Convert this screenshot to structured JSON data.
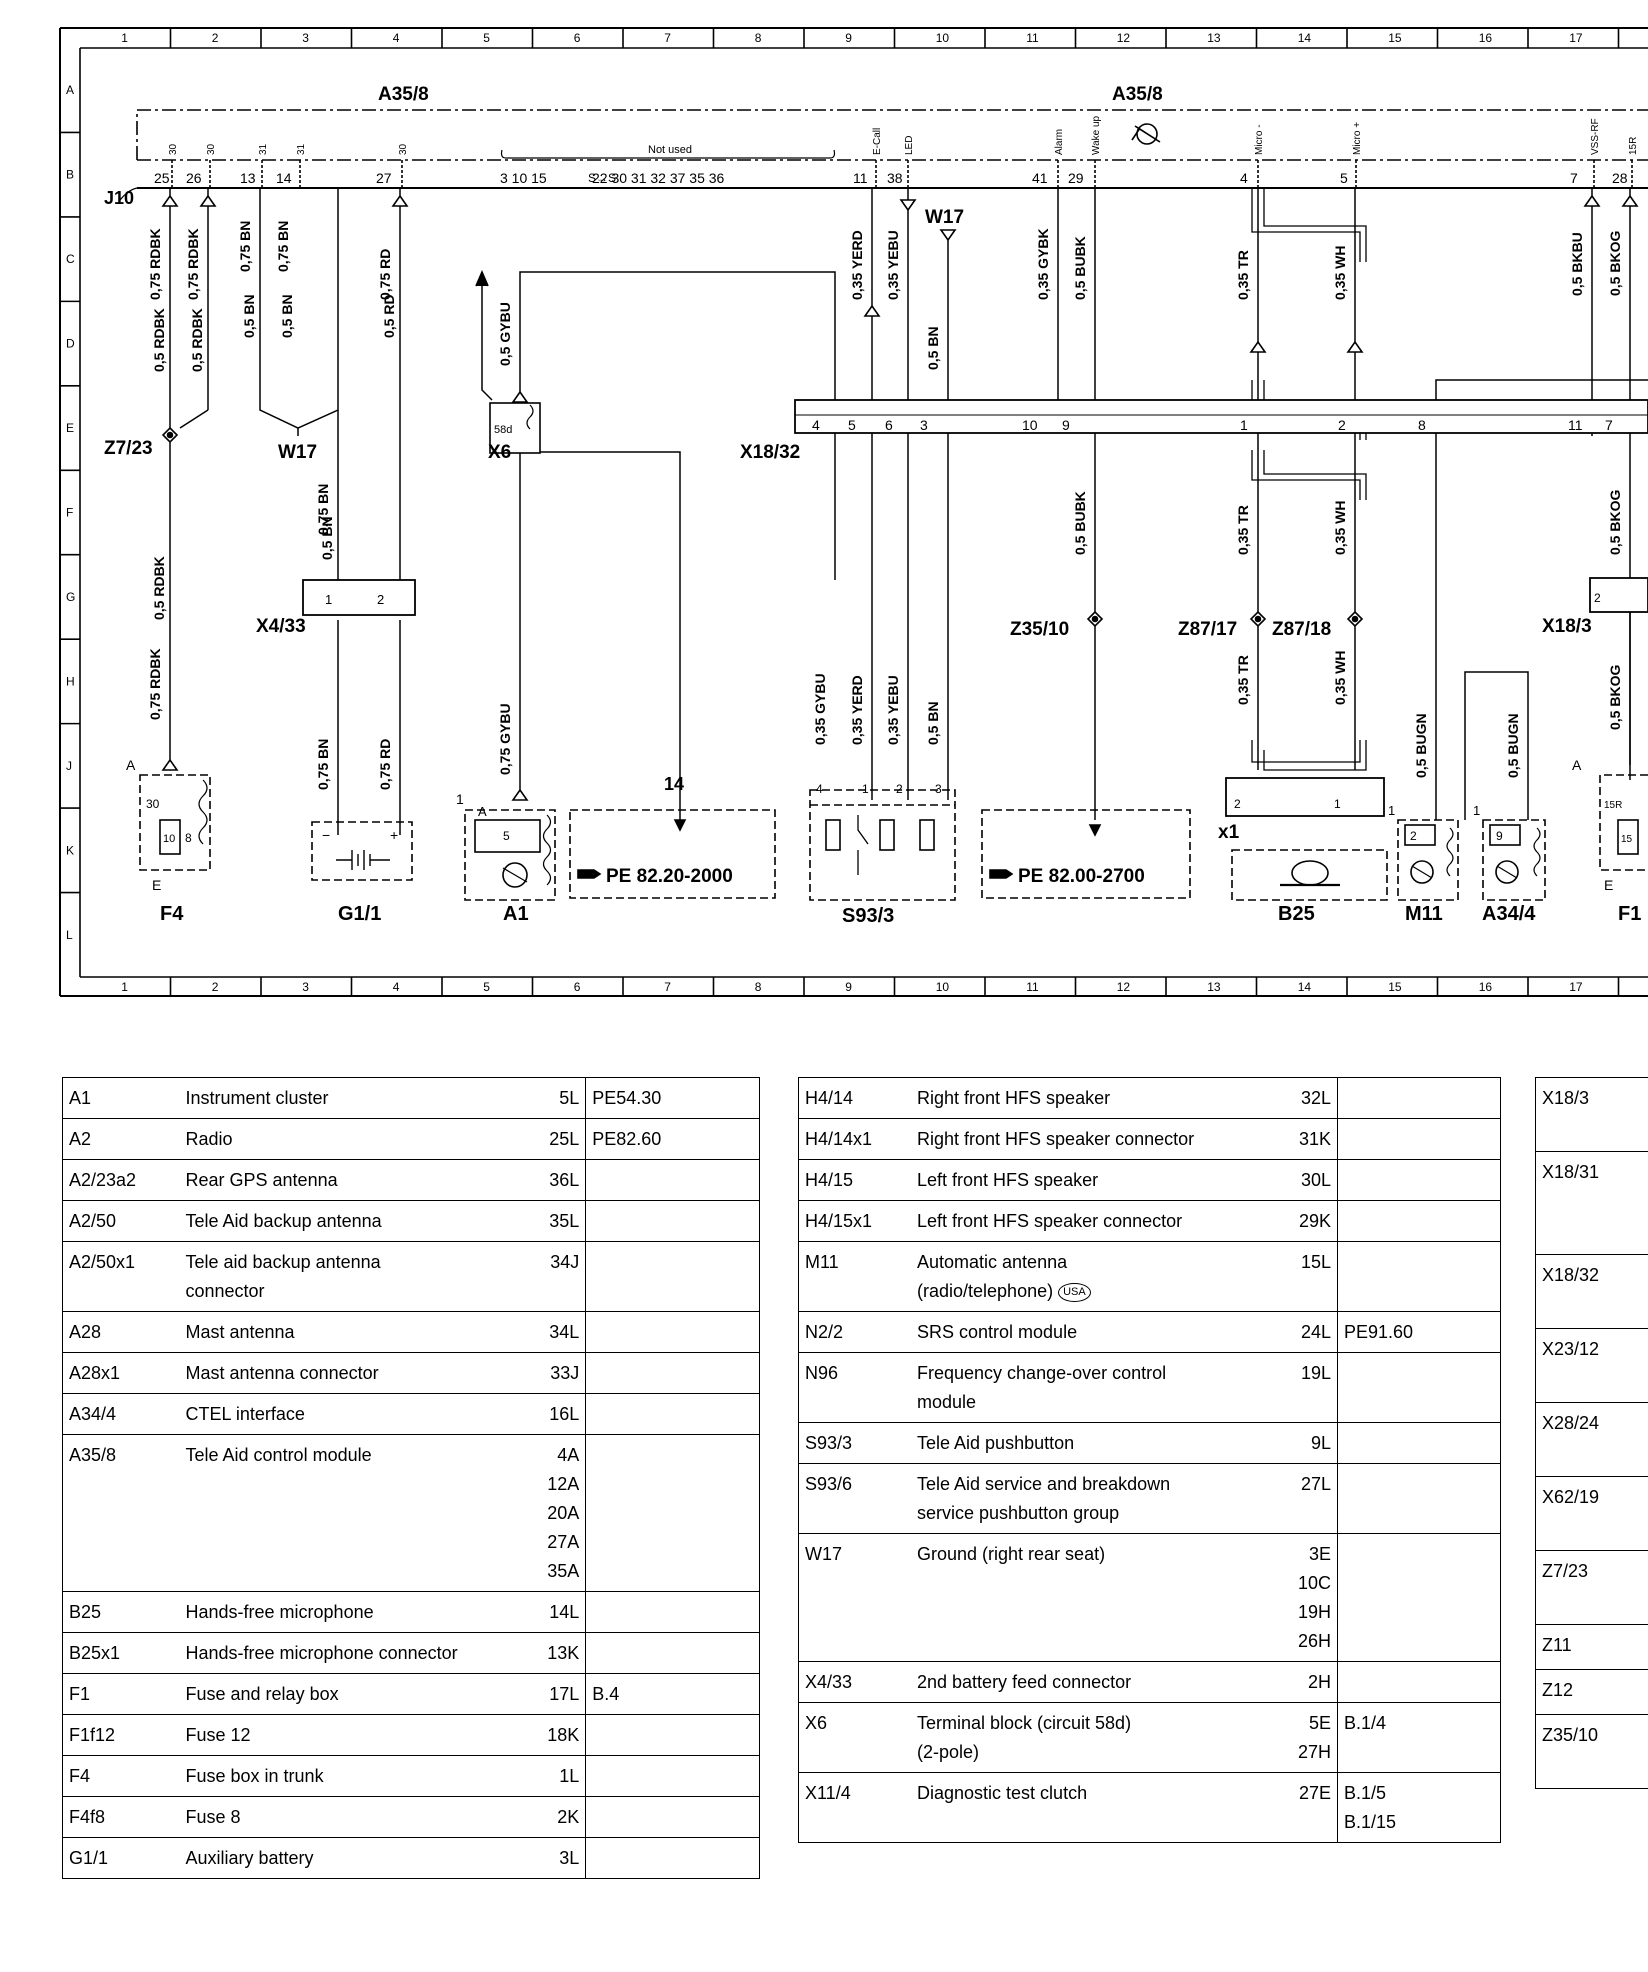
{
  "grid": {
    "columns": [
      "1",
      "2",
      "3",
      "4",
      "5",
      "6",
      "7",
      "8",
      "9",
      "10",
      "11",
      "12",
      "13",
      "14",
      "15",
      "16",
      "17"
    ],
    "rows": [
      "A",
      "B",
      "C",
      "D",
      "E",
      "F",
      "G",
      "H",
      "J",
      "K",
      "L"
    ]
  },
  "module": {
    "label_left": "A35/8",
    "label_right": "A35/8",
    "connector": "J10",
    "pin_numbers": [
      "25",
      "26",
      "13",
      "14",
      "27",
      "3 10 15",
      "22 30 31 32 37 35 36",
      "11",
      "38",
      "41",
      "29",
      "4",
      "5",
      "7",
      "28"
    ],
    "pin_names": [
      "30",
      "30",
      "31",
      "31",
      "30",
      "E-Call",
      "LED",
      "Alarm",
      "Wake up",
      "Micro -",
      "Micro +",
      "VSS-RF",
      "15R"
    ],
    "not_used": "Not used"
  },
  "wires": {
    "c25": "0,75 RDBK",
    "c25b": "0,5 RDBK",
    "c26": "0,75 RDBK",
    "c26b": "0,5 RDBK",
    "c13": "0,75 BN",
    "c13b": "0,5 BN",
    "c14": "0,75 BN",
    "c14b": "0,5 BN",
    "c27": "0,75 RD",
    "c27b": "0,5 RD",
    "x6up": "0,5 GYBU",
    "e_call": "0,35 YERD",
    "led": "0,35 YEBU",
    "w17": "0,5 BN",
    "alarm": "0,35 GYBK",
    "wake": "0,5 BUBK",
    "micm": "0,35 TR",
    "micp": "0,35 WH",
    "vss": "0,5 BKBU",
    "r15": "0,5 BKOG",
    "f4a": "0,75 RDBK",
    "f4b": "0,5 RDBK",
    "x433a": "0,75 BN",
    "x433b": "0,5 BN",
    "g11n": "0,75 BN",
    "g11p": "0,75 RD",
    "a1w": "0,75 GYBU",
    "s93a": "0,35 GYBU",
    "s93b": "0,35 YERD",
    "s93c": "0,35 YEBU",
    "s93d": "0,5 BN",
    "z3510": "0,5 BUBK",
    "trl": "0,35 TR",
    "whl": "0,35 WH",
    "trl2": "0,35 TR",
    "whl2": "0,35 WH",
    "m11w": "0,5 BUGN",
    "a344w": "0,5 BUGN",
    "bkog2": "0,5 BKOG",
    "bkog3": "0,5 BKOG"
  },
  "components": {
    "z7_23": "Z7/23",
    "w17a": "W17",
    "w17b": "W17",
    "x6": "X6",
    "x6pin": "58d",
    "x18_32": "X18/32",
    "x18_32_pins": [
      "4",
      "5",
      "6",
      "3",
      "10",
      "9",
      "1",
      "2",
      "8",
      "11",
      "7"
    ],
    "x4_33": "X4/33",
    "x4_33_pins": [
      "1",
      "2"
    ],
    "z35_10": "Z35/10",
    "z87_17": "Z87/17",
    "z87_18": "Z87/18",
    "x18_3": "X18/3",
    "f4": "F4",
    "f4_pins": [
      "A",
      "30",
      "10",
      "8",
      "E"
    ],
    "g1_1": "G1/1",
    "a1": "A1",
    "a1_pins": [
      "1",
      "A",
      "5"
    ],
    "ref14": "14",
    "pe1": "PE 82.20-2000",
    "pe2": "PE 82.00-2700",
    "s93_3": "S93/3",
    "s93_pins": [
      "4",
      "1",
      "2",
      "3"
    ],
    "x1": "x1",
    "b25": "B25",
    "b25_pins": [
      "2",
      "1"
    ],
    "m11": "M11",
    "m11_pins": [
      "1",
      "2"
    ],
    "a34_4": "A34/4",
    "a34_pins": [
      "1",
      "9"
    ],
    "f1": "F1",
    "f1_pins": [
      "A",
      "15R",
      "15",
      "E"
    ]
  },
  "legend1": [
    {
      "code": "A1",
      "desc": "Instrument cluster",
      "loc": "5L",
      "ref": "PE54.30"
    },
    {
      "code": "A2",
      "desc": "Radio",
      "loc": "25L",
      "ref": "PE82.60"
    },
    {
      "code": "A2/23a2",
      "desc": "Rear GPS antenna",
      "loc": "36L",
      "ref": ""
    },
    {
      "code": "A2/50",
      "desc": "Tele Aid backup antenna",
      "loc": "35L",
      "ref": ""
    },
    {
      "code": "A2/50x1",
      "desc": "Tele aid backup antenna\nconnector",
      "loc": "34J",
      "ref": ""
    },
    {
      "code": "A28",
      "desc": "Mast antenna",
      "loc": "34L",
      "ref": ""
    },
    {
      "code": "A28x1",
      "desc": "Mast antenna connector",
      "loc": "33J",
      "ref": ""
    },
    {
      "code": "A34/4",
      "desc": "CTEL interface",
      "loc": "16L",
      "ref": ""
    },
    {
      "code": "A35/8",
      "desc": "Tele Aid control module",
      "loc": "4A\n12A\n20A\n27A\n35A",
      "ref": ""
    },
    {
      "code": "B25",
      "desc": "Hands-free microphone",
      "loc": "14L",
      "ref": ""
    },
    {
      "code": "B25x1",
      "desc": "Hands-free microphone connector",
      "loc": "13K",
      "ref": ""
    },
    {
      "code": "F1",
      "desc": "Fuse and relay box",
      "loc": "17L",
      "ref": "B.4"
    },
    {
      "code": "F1f12",
      "desc": "Fuse 12",
      "loc": "18K",
      "ref": ""
    },
    {
      "code": "F4",
      "desc": "Fuse box in trunk",
      "loc": "1L",
      "ref": ""
    },
    {
      "code": "F4f8",
      "desc": "Fuse 8",
      "loc": "2K",
      "ref": ""
    },
    {
      "code": "G1/1",
      "desc": "Auxiliary battery",
      "loc": "3L",
      "ref": ""
    }
  ],
  "legend2": [
    {
      "code": "H4/14",
      "desc": "Right front HFS speaker",
      "loc": "32L",
      "ref": ""
    },
    {
      "code": "H4/14x1",
      "desc": "Right front HFS speaker connector",
      "loc": "31K",
      "ref": ""
    },
    {
      "code": "H4/15",
      "desc": "Left front HFS speaker",
      "loc": "30L",
      "ref": ""
    },
    {
      "code": "H4/15x1",
      "desc": "Left front HFS speaker connector",
      "loc": "29K",
      "ref": ""
    },
    {
      "code": "M11",
      "desc": "Automatic antenna\n(radio/telephone)",
      "badge": "USA",
      "loc": "15L",
      "ref": ""
    },
    {
      "code": "N2/2",
      "desc": "SRS control module",
      "loc": "24L",
      "ref": "PE91.60"
    },
    {
      "code": "N96",
      "desc": "Frequency change-over control\nmodule",
      "loc": "19L",
      "ref": ""
    },
    {
      "code": "S93/3",
      "desc": "Tele Aid pushbutton",
      "loc": "9L",
      "ref": ""
    },
    {
      "code": "S93/6",
      "desc": "Tele Aid service and breakdown\nservice pushbutton group",
      "loc": "27L",
      "ref": ""
    },
    {
      "code": "W17",
      "desc": "Ground (right rear seat)",
      "loc": "3E\n10C\n19H\n26H",
      "ref": ""
    },
    {
      "code": "X4/33",
      "desc": "2nd battery feed connector",
      "loc": "2H",
      "ref": ""
    },
    {
      "code": "X6",
      "desc": "Terminal block (circuit 58d)\n(2-pole)",
      "loc": "5E\n27H",
      "ref": "B.1/4"
    },
    {
      "code": "X11/4",
      "desc": "Diagnostic test clutch",
      "loc": "27E",
      "ref": "B.1/5\nB.1/15"
    }
  ],
  "legend3": [
    {
      "code": "X18/3",
      "rows": 2
    },
    {
      "code": "X18/31",
      "rows": 3
    },
    {
      "code": "X18/32",
      "rows": 2
    },
    {
      "code": "X23/12",
      "rows": 2
    },
    {
      "code": "X28/24",
      "rows": 2
    },
    {
      "code": "X62/19",
      "rows": 2
    },
    {
      "code": "Z7/23",
      "rows": 2
    },
    {
      "code": "Z11",
      "rows": 1
    },
    {
      "code": "Z12",
      "rows": 1
    },
    {
      "code": "Z35/10",
      "rows": 2
    }
  ]
}
